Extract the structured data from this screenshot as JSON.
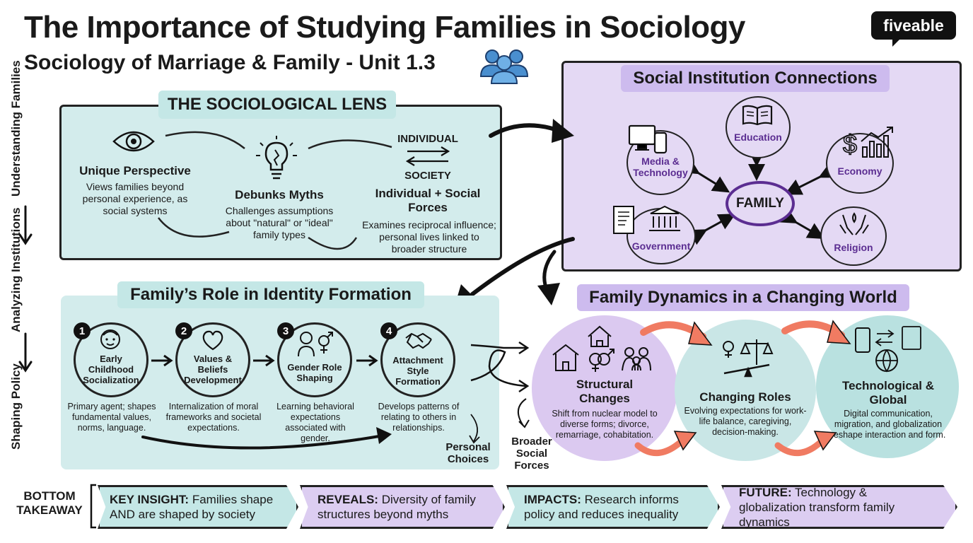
{
  "header": {
    "title": "The Importance of Studying Families in Sociology",
    "subtitle": "Sociology of Marriage & Family - Unit 1.3",
    "logo": "fiveable",
    "icon": "people-group-icon"
  },
  "side_labels": [
    "Understanding Families",
    "Analyzing Institutions",
    "Shaping Policy"
  ],
  "lens": {
    "title": "THE SOCIOLOGICAL LENS",
    "items": [
      {
        "icon": "eye-icon",
        "heading": "Unique Perspective",
        "desc": "Views families beyond personal experience, as social systems"
      },
      {
        "icon": "lightbulb-icon",
        "heading": "Debunks Myths",
        "desc": "Challenges assumptions about \"natural\" or \"ideal\" family types"
      },
      {
        "icon": "arrows-icon",
        "top_label": "INDIVIDUAL",
        "bottom_label": "SOCIETY",
        "heading": "Individual + Social Forces",
        "desc": "Examines reciprocal influence; personal lives linked to broader structure"
      }
    ]
  },
  "institutions": {
    "title": "Social Institution Connections",
    "center": "FAMILY",
    "items": [
      {
        "icon": "book-icon",
        "label": "Education"
      },
      {
        "icon": "devices-icon",
        "label": "Media & Technology"
      },
      {
        "icon": "money-chart-icon",
        "label": "Economy"
      },
      {
        "icon": "building-icon",
        "label": "Government"
      },
      {
        "icon": "praying-hands-icon",
        "label": "Religion"
      }
    ]
  },
  "identity": {
    "title": "Family’s Role in Identity Formation",
    "steps": [
      {
        "num": "1",
        "label": "Early Childhood Socialization",
        "desc": "Primary agent; shapes fundamental values, norms, language."
      },
      {
        "num": "2",
        "label": "Values & Beliefs Development",
        "desc": "Internalization of moral frameworks and societal expectations."
      },
      {
        "num": "3",
        "label": "Gender Role Shaping",
        "desc": "Learning behavioral expectations associated with gender."
      },
      {
        "num": "4",
        "label": "Attachment Style Formation",
        "desc": "Develops patterns of relating to others in relationships."
      }
    ],
    "personal_choices": "Personal Choices",
    "broader_forces": "Broader Social Forces"
  },
  "dynamics": {
    "title": "Family Dynamics in a Changing World",
    "items": [
      {
        "heading": "Structural Changes",
        "desc": "Shift from nuclear model to diverse forms; divorce, remarriage, cohabitation."
      },
      {
        "heading": "Changing Roles",
        "desc": "Evolving expectations for work-life balance, caregiving, decision-making."
      },
      {
        "heading": "Technological & Global",
        "desc": "Digital communication, migration, and globalization reshape interaction and form."
      }
    ]
  },
  "takeaway": {
    "label": "BOTTOM TAKEAWAY",
    "items": [
      {
        "key": "KEY INSIGHT:",
        "text": "Families shape AND are shaped by society"
      },
      {
        "key": "REVEALS:",
        "text": "Diversity of family structures beyond myths"
      },
      {
        "key": "IMPACTS:",
        "text": "Research informs policy and reduces inequality"
      },
      {
        "key": "FUTURE:",
        "text": "Technology & globalization transform family dynamics"
      }
    ]
  },
  "colors": {
    "teal": "#d3ecec",
    "purple": "#e4d9f4",
    "accent_purple": "#5b2d91",
    "arrow_orange": "#f07b62"
  }
}
